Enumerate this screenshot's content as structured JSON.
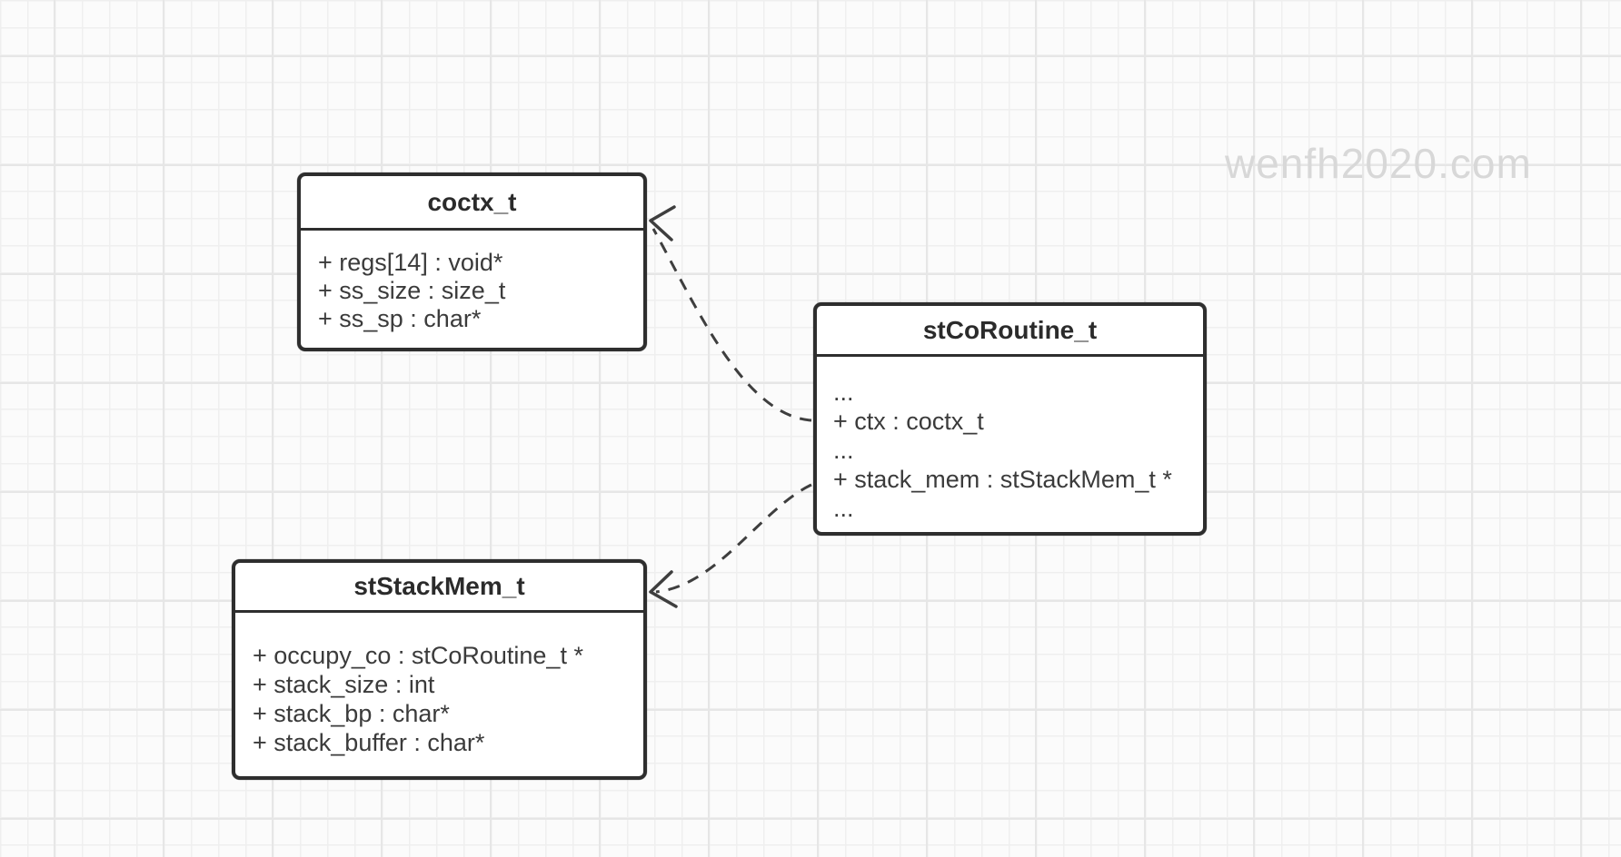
{
  "watermark": "wenfh2020.com",
  "classes": [
    {
      "title": "coctx_t",
      "members": [
        "+ regs[14] : void*",
        "+ ss_size : size_t",
        "+ ss_sp : char*"
      ]
    },
    {
      "title": "stCoRoutine_t",
      "members": [
        "...",
        "+ ctx : coctx_t",
        "...",
        "+ stack_mem : stStackMem_t *",
        "..."
      ]
    },
    {
      "title": "stStackMem_t",
      "members": [
        "+ occupy_co : stCoRoutine_t *",
        "+ stack_size : int",
        "+ stack_bp : char*",
        "+ stack_buffer : char*"
      ]
    }
  ],
  "relations": [
    {
      "from": "stCoRoutine_t",
      "from_member": "+ ctx : coctx_t",
      "to": "coctx_t",
      "line_style": "dashed",
      "arrow": "open"
    },
    {
      "from": "stCoRoutine_t",
      "from_member": "+ stack_mem : stStackMem_t *",
      "to": "stStackMem_t",
      "line_style": "dashed",
      "arrow": "open"
    }
  ],
  "colors": {
    "box_border": "#2e2e2e",
    "box_fill": "#ffffff",
    "title_text": "#2b2b2b",
    "member_text": "#3b3b3b",
    "connector": "#3e3e3e",
    "canvas_background": "#fbfbfb",
    "grid_minor": "#efefef",
    "grid_major": "#e6e6e6",
    "watermark": "#d8d8d8"
  }
}
